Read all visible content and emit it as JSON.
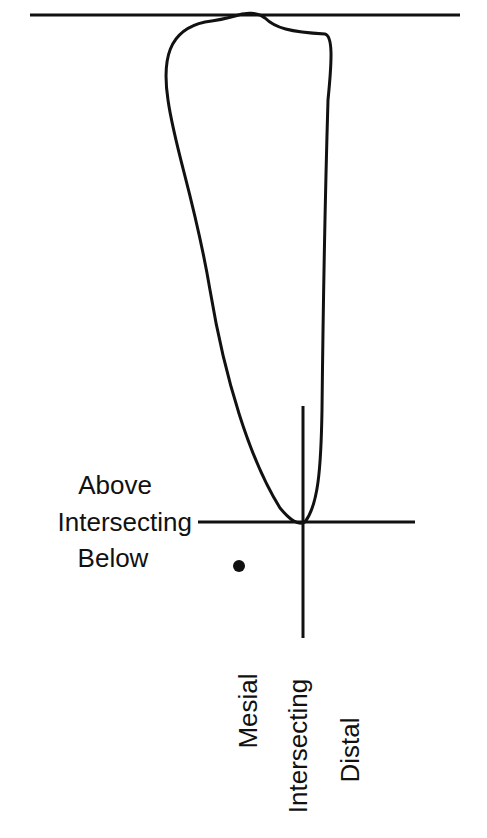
{
  "diagram": {
    "labels": [
      "Above",
      "Intersecting",
      "Below",
      "Mesial",
      "Intersecting",
      "Distal"
    ]
  }
}
